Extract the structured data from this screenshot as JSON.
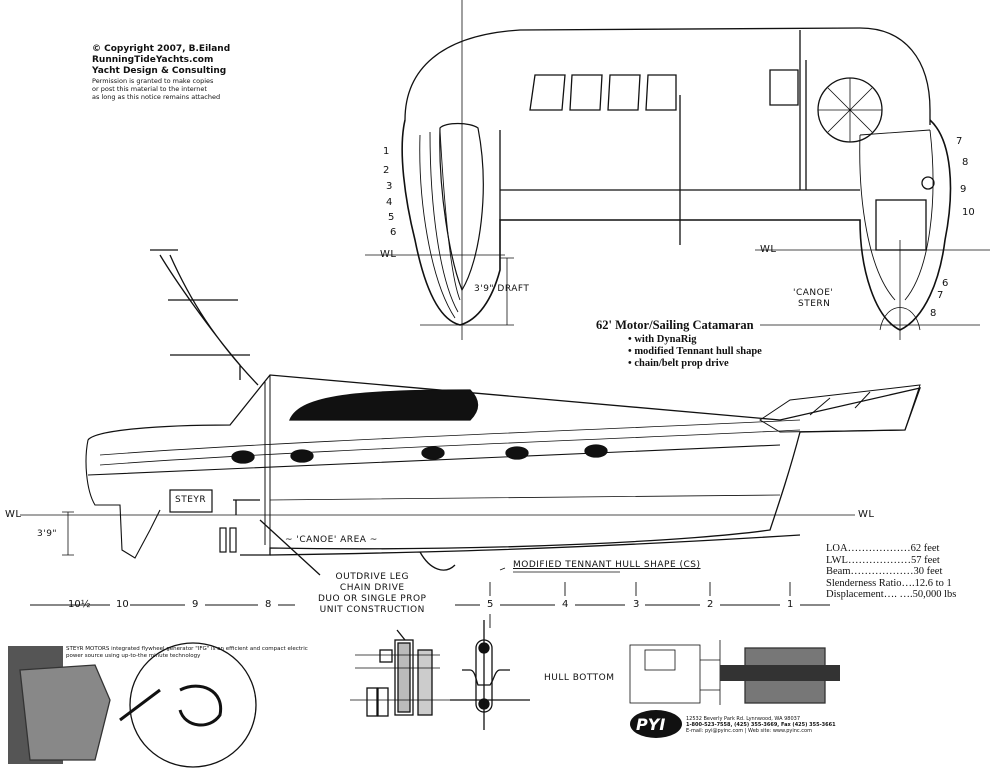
{
  "copyright": {
    "line1": "© Copyright 2007, B.Eiland",
    "line2": "RunningTideYachts.com",
    "line3": "Yacht Design & Consulting",
    "line4": "Permission is granted to make copies",
    "line5": "or post this material to the internet",
    "line6": "as long as this notice remains attached"
  },
  "title_block": {
    "title": "62' Motor/Sailing Catamaran",
    "bullets": [
      "with DynaRig",
      "modified Tennant hull shape",
      "chain/belt prop drive"
    ]
  },
  "section_view": {
    "left_numbers": [
      "1",
      "2",
      "3",
      "4",
      "5",
      "6"
    ],
    "right_numbers": [
      "7",
      "8",
      "9",
      "10"
    ],
    "stern_numbers": [
      "6",
      "7",
      "8"
    ],
    "wl_label": "WL",
    "draft_label": "3'9\" DRAFT",
    "canoe_stern_label_1": "'CANOE'",
    "canoe_stern_label_2": "STERN"
  },
  "profile_view": {
    "wl_label": "WL",
    "draft_label": "3'9\"",
    "engine_label": "STEYR",
    "canoe_area_label": "~ 'CANOE' AREA ~",
    "hull_shape_label": "MODIFIED TENNANT HULL SHAPE (CS)",
    "outdrive_notes": [
      "OUTDRIVE LEG",
      "CHAIN DRIVE",
      "DUO OR SINGLE PROP",
      "UNIT CONSTRUCTION"
    ],
    "stations": [
      "10½",
      "10",
      "9",
      "8",
      "5",
      "4",
      "3",
      "2",
      "1"
    ]
  },
  "specs": [
    {
      "label": "LOA",
      "value": "62 feet"
    },
    {
      "label": "LWL",
      "value": "57 feet"
    },
    {
      "label": "Beam",
      "value": "30 feet"
    },
    {
      "label": "Slenderness Ratio",
      "value": "12.6 to 1"
    },
    {
      "label": "Displacement",
      "value": "50,000 lbs"
    }
  ],
  "steyr_ad": {
    "caption": "STEYR MOTORS integrated flywheel generator \"IFG\" is an efficient and compact electric power source using up-to-the minute technology"
  },
  "hull_bottom_label": "HULL BOTTOM",
  "pyi_ad": {
    "logo": "PYI",
    "address": "12532 Beverly Park Rd. Lynnwood, WA 98037",
    "phone": "1-800-523-7558, (425) 355-3669, Fax (425) 355-3661",
    "web": "E-mail: pyi@pyinc.com | Web site: www.pyinc.com"
  }
}
